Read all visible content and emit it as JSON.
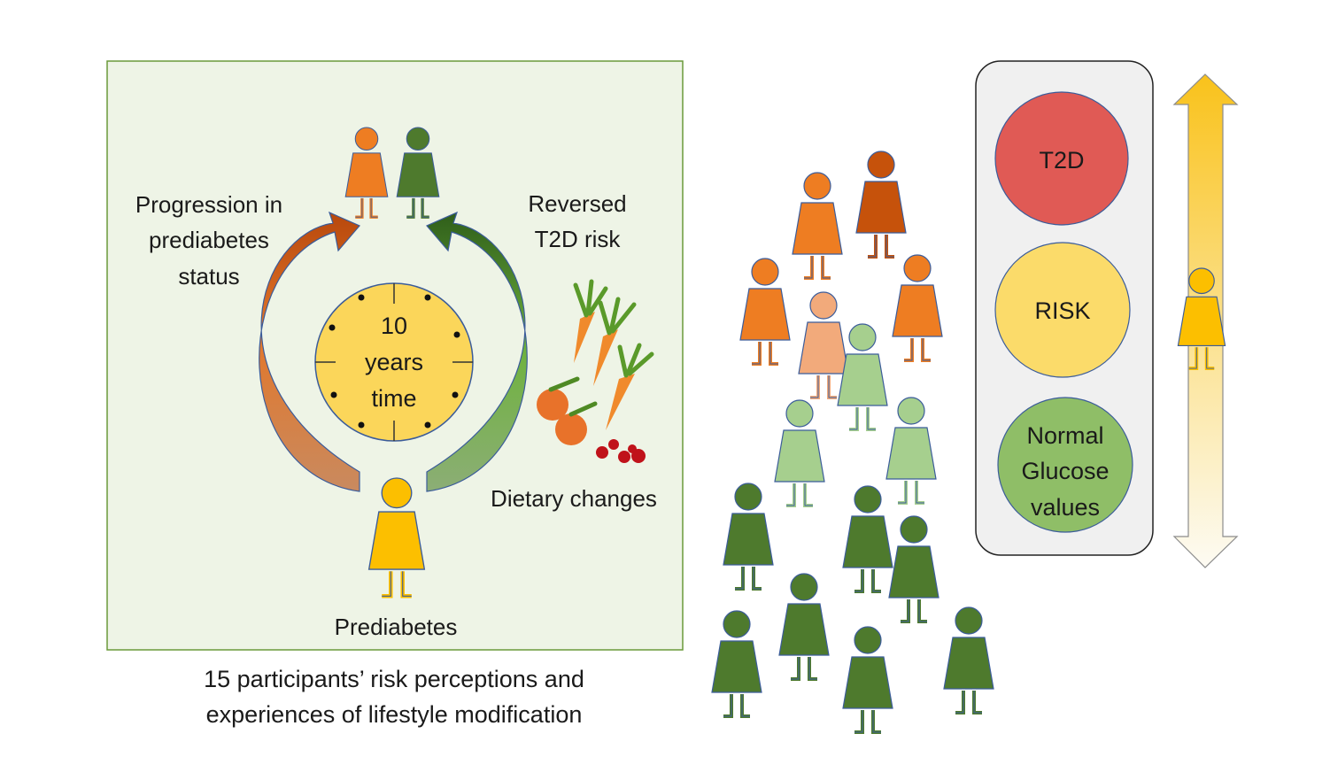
{
  "left_panel": {
    "progression_label_lines": [
      "Progression in",
      "prediabetes",
      "status"
    ],
    "reversed_label_lines": [
      "Reversed",
      "T2D risk"
    ],
    "clock_text_lines": [
      "10",
      "years",
      "time"
    ],
    "dietary_label": "Dietary changes",
    "prediabetes_label": "Prediabetes"
  },
  "caption_lines": [
    "15 participants’ risk perceptions and",
    "experiences of lifestyle modification"
  ],
  "traffic_light": {
    "red_label": "T2D",
    "yellow_label": "RISK",
    "green_label_lines": [
      "Normal",
      "Glucose",
      "values"
    ]
  },
  "colors": {
    "panel_bg": "#eef4e6",
    "panel_border": "#6a9a3a",
    "orange": "#ee7d22",
    "dark_orange": "#c6520b",
    "peach": "#f2aa7b",
    "light_green": "#a6cf8e",
    "dark_green": "#4e7a2d",
    "yellow": "#fcbf00",
    "red_light": "#e05a55",
    "yellow_light": "#fbdb6a",
    "green_light": "#8fbe67",
    "clock_face": "#fbd65a"
  },
  "icons": [
    "person-icon",
    "clock-icon",
    "arrow-icon",
    "carrot-icon",
    "orange-fruit-icon",
    "tomato-icon",
    "double-arrow-icon"
  ]
}
